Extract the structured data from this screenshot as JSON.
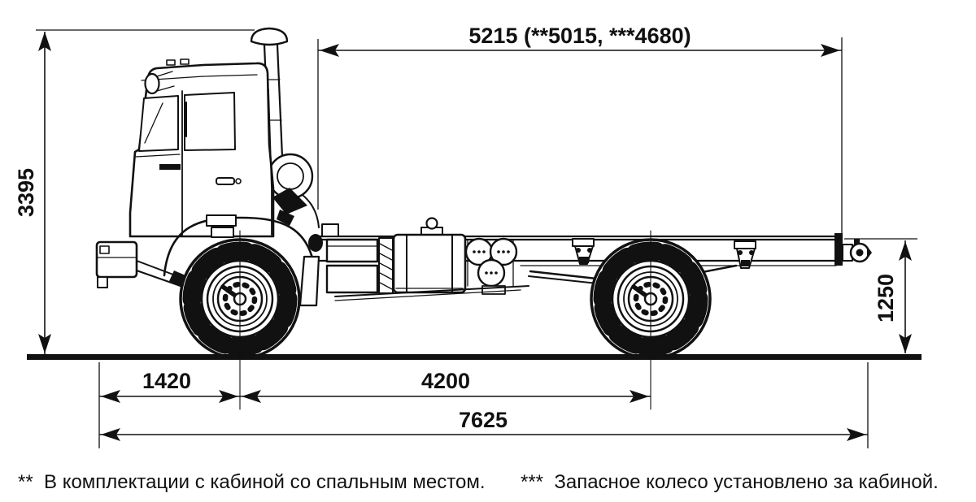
{
  "page": {
    "background": "#ffffff",
    "ink": "#111111"
  },
  "drawing": {
    "subject": "truck chassis-cab side-view technical drawing",
    "dimensions": {
      "rear_frame_length": "5215 (**5015, ***4680)",
      "overall_height": "3395",
      "frame_height": "1250",
      "front_overhang": "1420",
      "wheelbase": "4200",
      "overall_length": "7625"
    },
    "footnotes": {
      "sleeper_cab": "**  В комплектации с кабиной со спальным местом.",
      "spare_wheel": "***  Запасное колесо установлено за кабиной."
    }
  }
}
